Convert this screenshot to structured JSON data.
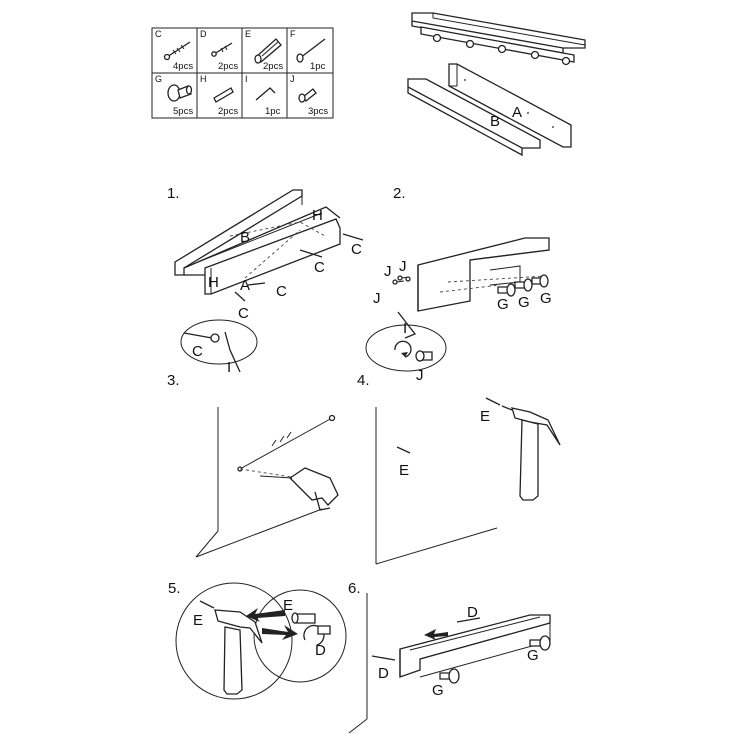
{
  "parts": [
    {
      "letter": "C",
      "qty": "4pcs",
      "icon": "long-screw-icon"
    },
    {
      "letter": "D",
      "qty": "2pcs",
      "icon": "short-screw-icon"
    },
    {
      "letter": "E",
      "qty": "2pcs",
      "icon": "wall-anchor-icon"
    },
    {
      "letter": "F",
      "qty": "1pc",
      "icon": "nail-icon"
    },
    {
      "letter": "G",
      "qty": "5pcs",
      "icon": "peg-knob-icon"
    },
    {
      "letter": "H",
      "qty": "2pcs",
      "icon": "dowel-icon"
    },
    {
      "letter": "I",
      "qty": "1pc",
      "icon": "hex-key-icon"
    },
    {
      "letter": "J",
      "qty": "3pcs",
      "icon": "bolt-icon"
    }
  ],
  "overview": {
    "label_a": "A",
    "label_b": "B"
  },
  "steps": {
    "s1": {
      "number": "1.",
      "labels": {
        "b": "B",
        "a": "A",
        "h1": "H",
        "h2": "H",
        "c1": "C",
        "c2": "C",
        "c3": "C",
        "c4": "C",
        "detail_c": "C",
        "detail_i": "I"
      }
    },
    "s2": {
      "number": "2.",
      "labels": {
        "j1": "J",
        "j2": "J",
        "j3": "J",
        "g1": "G",
        "g2": "G",
        "g3": "G",
        "detail_i": "I",
        "detail_j": "J"
      }
    },
    "s3": {
      "number": "3."
    },
    "s4": {
      "number": "4.",
      "labels": {
        "e1": "E",
        "e2": "E"
      }
    },
    "s5": {
      "number": "5.",
      "labels": {
        "e1": "E",
        "e2": "E",
        "d": "D"
      }
    },
    "s6": {
      "number": "6.",
      "labels": {
        "d1": "D",
        "d2": "D",
        "g1": "G",
        "g2": "G"
      }
    }
  }
}
